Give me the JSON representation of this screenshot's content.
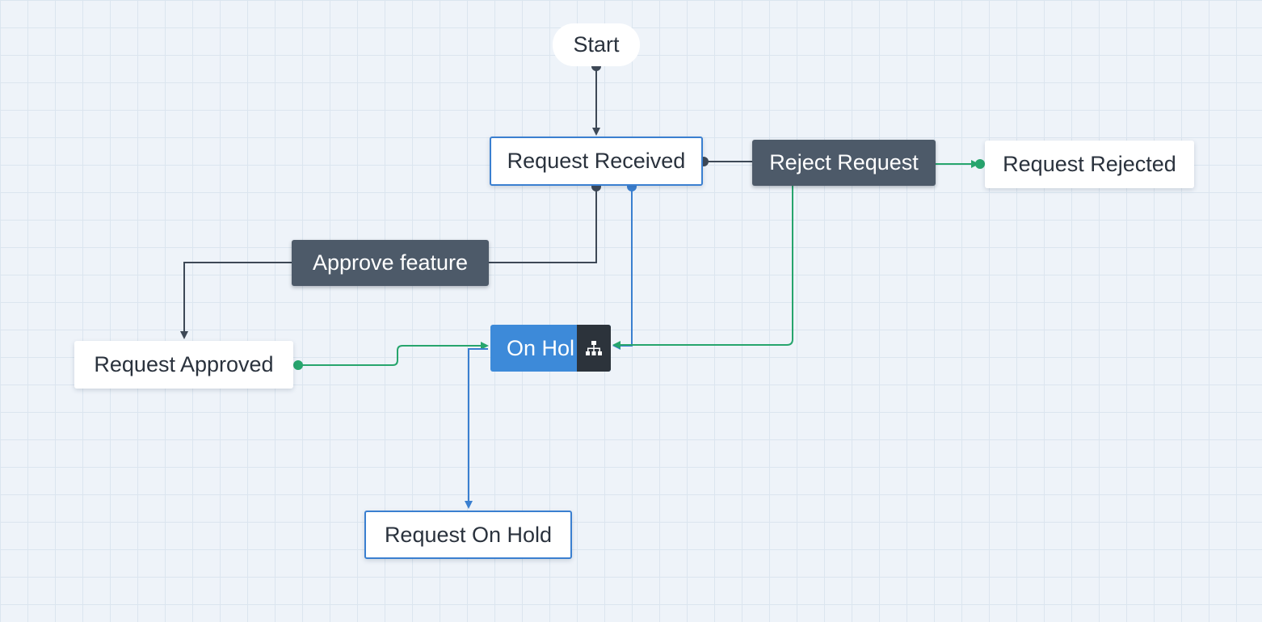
{
  "diagram": {
    "start": {
      "label": "Start"
    },
    "states": {
      "request_received": {
        "label": "Request Received"
      },
      "request_rejected": {
        "label": "Request Rejected"
      },
      "request_approved": {
        "label": "Request Approved"
      },
      "request_on_hold": {
        "label": "Request On Hold"
      },
      "on_hold": {
        "label": "On Hol",
        "tool_icon": "hierarchy-icon"
      }
    },
    "transitions": {
      "reject_request": {
        "label": "Reject Request"
      },
      "approve_feature": {
        "label": "Approve feature"
      }
    },
    "colors": {
      "canvas": "#eef3f9",
      "grid": "#dbe5ef",
      "transition_fill": "#4d5a69",
      "selected_fill": "#3d8ad9",
      "connector_dark": "#3d4856",
      "connector_blue": "#3a7fd0",
      "connector_green": "#27a56d"
    }
  }
}
